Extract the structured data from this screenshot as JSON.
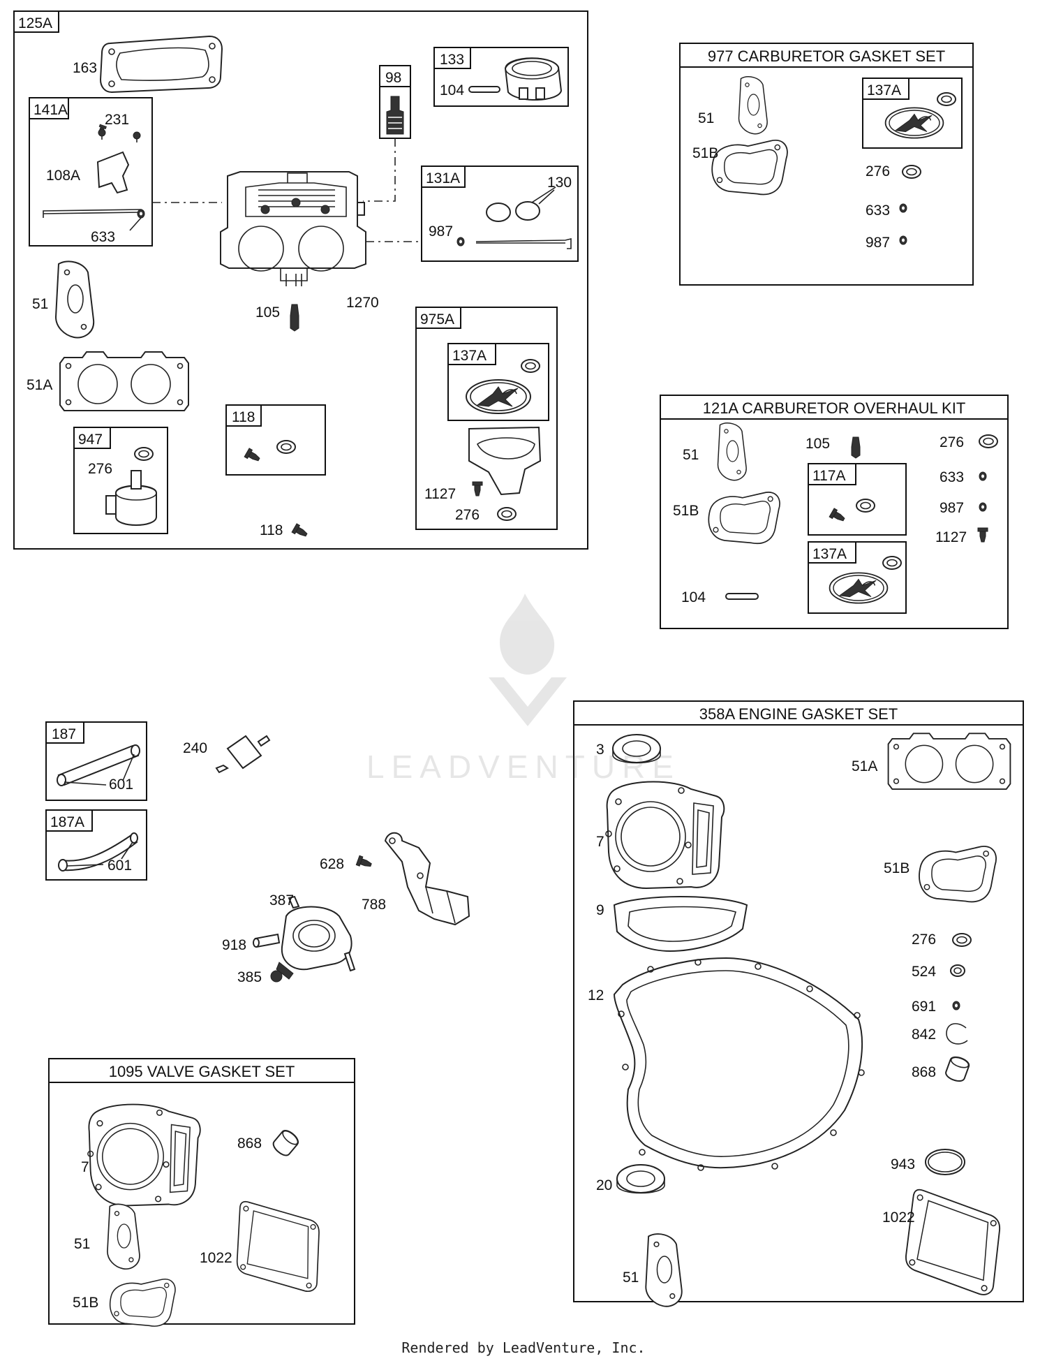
{
  "footer": "Rendered by LeadVenture, Inc.",
  "watermark": "LEADVENTURE",
  "assemblies": {
    "a125": {
      "tag": "125A",
      "sub141": {
        "tag": "141A",
        "n231": "231",
        "n108": "108A",
        "n633": "633"
      },
      "n163": "163",
      "sub98": "98",
      "sub133": {
        "tag": "133",
        "n104": "104"
      },
      "sub131": {
        "tag": "131A",
        "n130": "130",
        "n987": "987"
      },
      "n51": "51",
      "n105": "105",
      "n1270": "1270",
      "n51a": "51A",
      "sub947": {
        "tag": "947",
        "n276": "276"
      },
      "sub118": {
        "tag": "118"
      },
      "n118b": "118",
      "sub975": {
        "tag": "975A",
        "sub137": "137A",
        "n1127": "1127",
        "n276": "276"
      }
    },
    "k977": {
      "title": "977 CARBURETOR GASKET SET",
      "n51": "51",
      "n51b": "51B",
      "sub137": "137A",
      "n276": "276",
      "n633": "633",
      "n987": "987"
    },
    "k121": {
      "title": "121A CARBURETOR OVERHAUL KIT",
      "n51": "51",
      "n105": "105",
      "n276": "276",
      "n633": "633",
      "n987": "987",
      "n1127": "1127",
      "n51b": "51B",
      "sub117": "117A",
      "sub137": "137A",
      "n104": "104"
    },
    "fuel": {
      "t187": "187",
      "n601a": "601",
      "t187a": "187A",
      "n601b": "601",
      "n240": "240",
      "n628": "628",
      "n387": "387",
      "n788": "788",
      "n918": "918",
      "n385": "385"
    },
    "k1095": {
      "title": "1095 VALVE GASKET SET",
      "n7": "7",
      "n868": "868",
      "n51": "51",
      "n1022": "1022",
      "n51b": "51B"
    },
    "k358": {
      "title": "358A ENGINE GASKET SET",
      "n3": "3",
      "n51a": "51A",
      "n7": "7",
      "n51b": "51B",
      "n9": "9",
      "n276": "276",
      "n524": "524",
      "n12": "12",
      "n691": "691",
      "n842": "842",
      "n868": "868",
      "n943": "943",
      "n20": "20",
      "n1022": "1022",
      "n51": "51"
    }
  }
}
